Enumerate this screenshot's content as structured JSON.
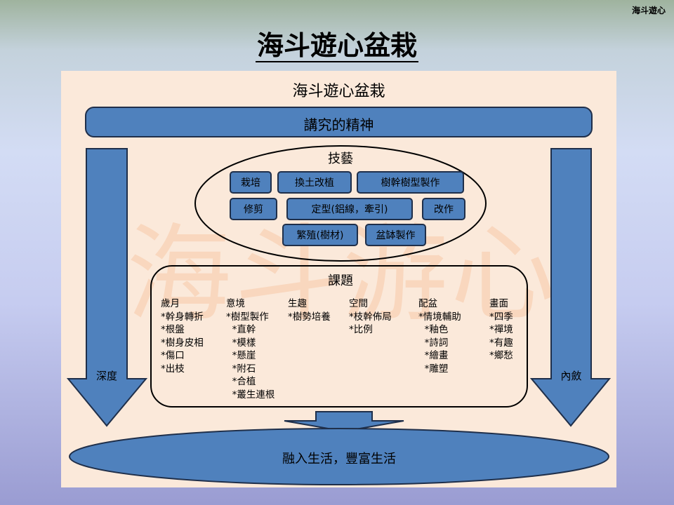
{
  "corner_label": "海斗遊心",
  "title": "海斗遊心盆栽",
  "diagram": {
    "heading": "海斗遊心盆栽",
    "watermark": "海斗游心",
    "spirit": "講究的精神",
    "left_arrow": "深度",
    "right_arrow": "內斂",
    "skills": {
      "label": "技藝",
      "items": [
        "栽培",
        "換土改植",
        "樹幹樹型製作",
        "修剪",
        "定型(鋁線，牽引)",
        "改作",
        "繁殖(樹材)",
        "盆缽製作"
      ]
    },
    "topics": {
      "label": "課題",
      "columns": [
        {
          "title": "歲月",
          "items": [
            "*幹身轉折",
            "*根盤",
            "*樹身皮相",
            "*傷口",
            "*出枝"
          ]
        },
        {
          "title": "意境",
          "items": [
            "*樹型製作",
            "  *直幹",
            "  *模樣",
            "  *懸崖",
            "  *附石",
            "  *合植",
            "  *叢生連根"
          ]
        },
        {
          "title": "生趣",
          "items": [
            "*樹勢培養"
          ]
        },
        {
          "title": "空間",
          "items": [
            "*枝幹佈局",
            "*比例"
          ]
        },
        {
          "title": "配盆",
          "items": [
            "*情境輔助",
            "  *釉色",
            "  *詩詞",
            "  *繪畫",
            "  *雕塑"
          ]
        },
        {
          "title": "畫面",
          "items": [
            "*四季",
            "*禪境",
            "*有趣",
            "*鄉愁"
          ]
        }
      ]
    },
    "bottom": "融入生活，豐富生活"
  },
  "colors": {
    "shape_fill": "#4f81bd",
    "panel": "#fbe9da"
  }
}
